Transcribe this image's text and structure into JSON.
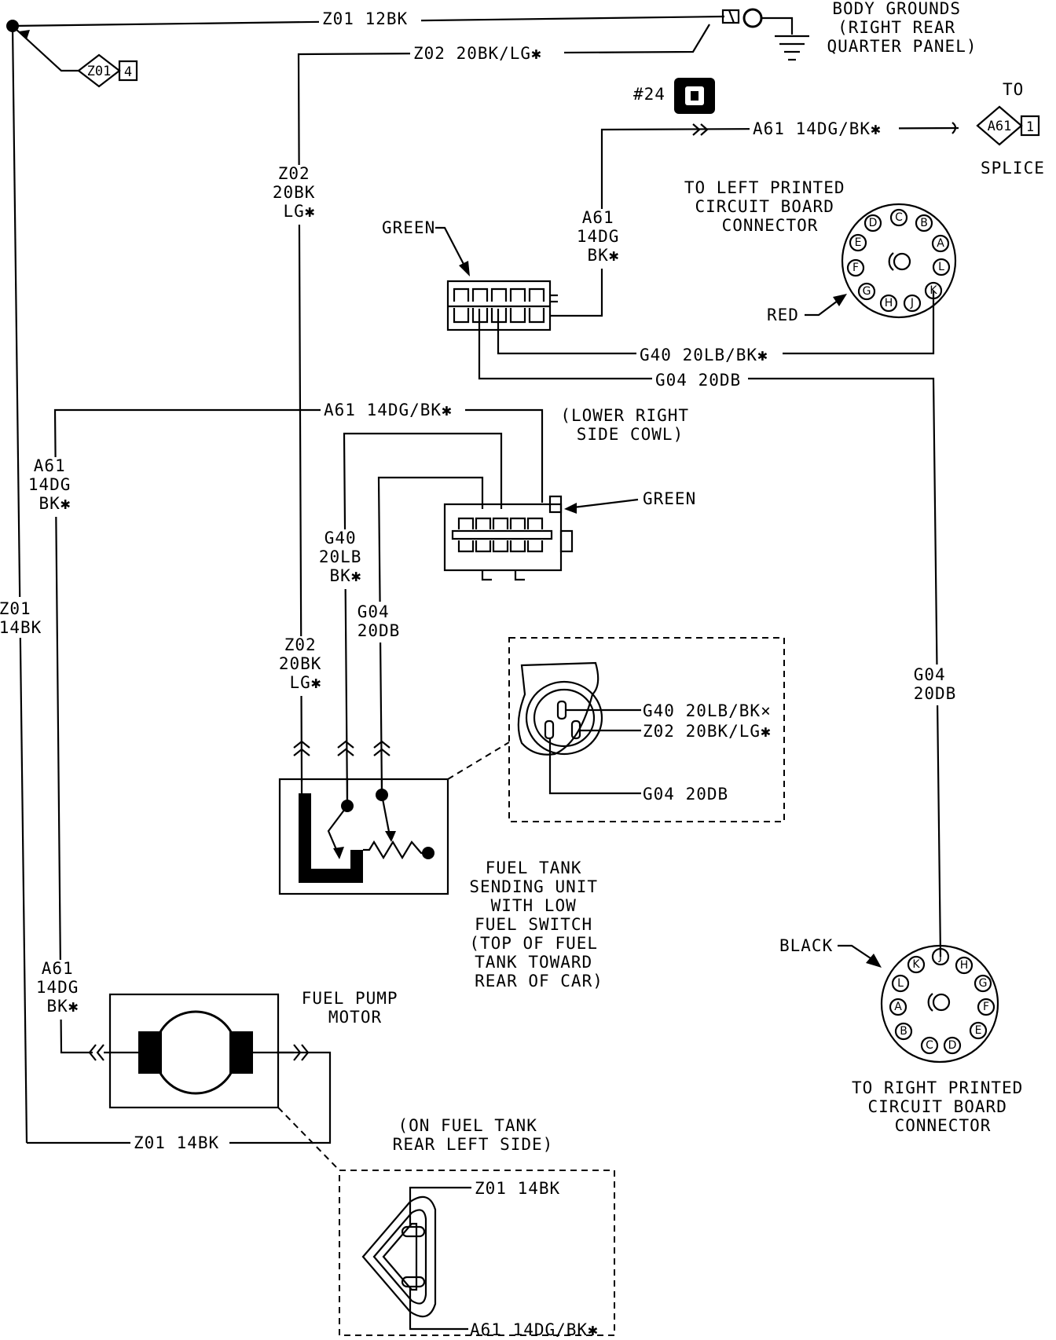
{
  "wires": {
    "z01_12bk": "Z01  12BK",
    "z02_20bk_lg": "Z02  20BK/LG✱",
    "a61_14dg_bk_top": "A61  14DG/BK✱",
    "a61_14dg_bk_mid": "A61  14DG/BK✱",
    "g40_20lb_bk": "G40  20LB/BK✱",
    "g04_20db": "G04  20DB",
    "z01_14bk_bottom": "Z01  14BK",
    "z02_vert_upper": [
      "Z02",
      "20BK",
      "LG✱"
    ],
    "z02_vert_lower": [
      "Z02",
      "20BK",
      "LG✱"
    ],
    "a61_vert_green": [
      "A61",
      "14DG",
      "BK✱"
    ],
    "a61_vert_left": [
      "A61",
      "14DG",
      "BK✱"
    ],
    "a61_vert_pump": [
      "A61",
      "14DG",
      "BK✱"
    ],
    "z01_vert_left": [
      "Z01",
      "14BK"
    ],
    "g40_vert": [
      "G40",
      "20LB",
      "BK✱"
    ],
    "g04_vert": [
      "G04",
      "20DB"
    ],
    "g04_vert_right": [
      "G04",
      "20DB"
    ]
  },
  "labels": {
    "body_grounds": [
      "BODY GROUNDS",
      "(RIGHT REAR",
      "QUARTER PANEL)"
    ],
    "splice_tag_z01": "Z01",
    "splice_tag_z01_num": "4",
    "splice_tag_a61": "A61",
    "splice_tag_a61_num": "1",
    "to": "TO",
    "splice": "SPLICE",
    "connector_24": "#24",
    "left_pcb": [
      "TO LEFT PRINTED",
      "CIRCUIT BOARD",
      "CONNECTOR"
    ],
    "right_pcb": [
      "TO RIGHT PRINTED",
      "CIRCUIT BOARD",
      "CONNECTOR"
    ],
    "green_upper": "GREEN",
    "green_lower": "GREEN",
    "red": "RED",
    "black": "BLACK",
    "lower_right_cowl": [
      "(LOWER RIGHT",
      "SIDE COWL)"
    ],
    "sending_unit": [
      "FUEL TANK",
      "SENDING UNIT",
      "WITH LOW",
      "FUEL SWITCH",
      "(TOP OF FUEL",
      "TANK TOWARD",
      "REAR OF CAR)"
    ],
    "fuel_pump_motor": [
      "FUEL PUMP",
      "MOTOR"
    ],
    "fuel_tank_rear": [
      "(ON FUEL TANK",
      "REAR LEFT SIDE)"
    ]
  },
  "sender_connector_pins": {
    "g40": "G40  20LB/BK×",
    "z02": "Z02  20BK/LG✱",
    "g04": "G04  20DB"
  },
  "pump_connector_pins": {
    "z01": "Z01  14BK",
    "a61": "A61  14DG/BK✱"
  },
  "pcb_left_pins": [
    "D",
    "C",
    "B",
    "A",
    "L",
    "K",
    "J",
    "H",
    "G",
    "F",
    "E"
  ],
  "pcb_right_pins": [
    "K",
    "J",
    "H",
    "G",
    "F",
    "E",
    "D",
    "C",
    "B",
    "A",
    "L"
  ]
}
